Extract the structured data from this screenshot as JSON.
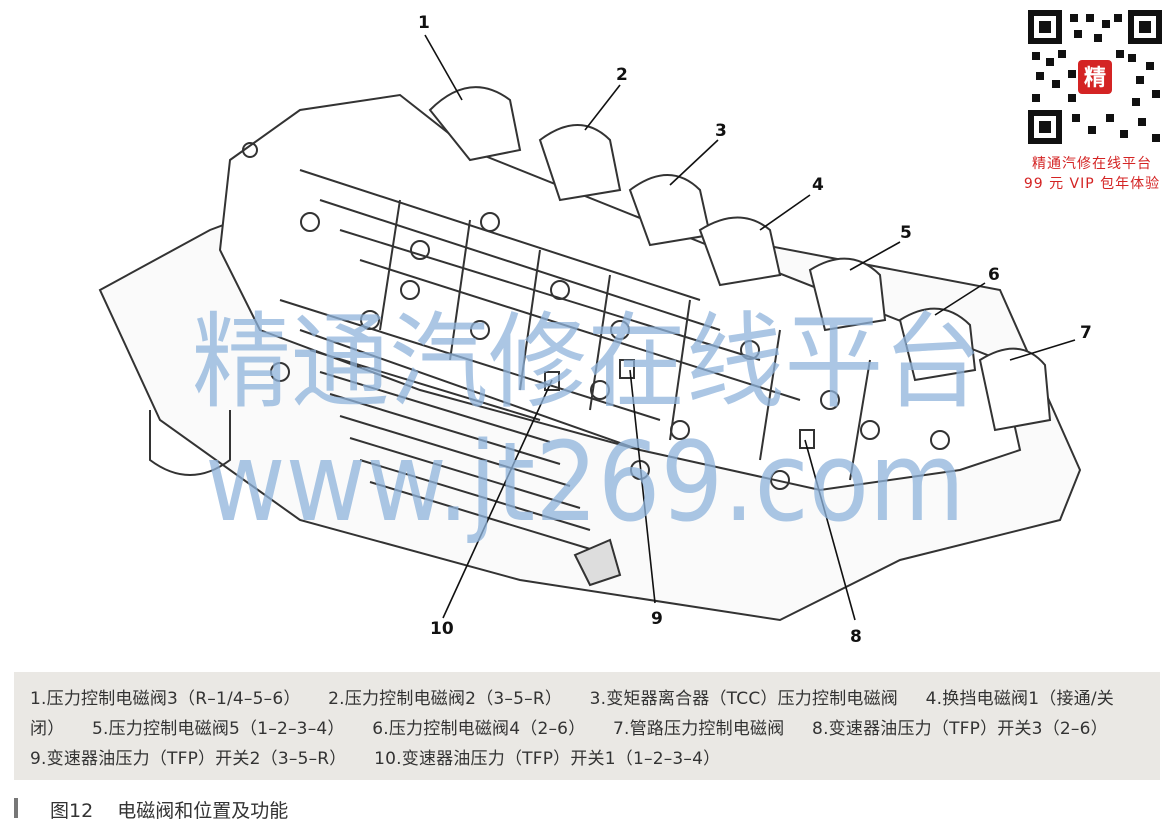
{
  "callouts": [
    "1",
    "2",
    "3",
    "4",
    "5",
    "6",
    "7",
    "8",
    "9",
    "10"
  ],
  "watermark": {
    "cn": "精通汽修在线平台",
    "url": "www.jt269.com"
  },
  "qr": {
    "center_char": "精",
    "promo_line1": "精通汽修在线平台",
    "promo_line2": "99 元 VIP 包年体验"
  },
  "legend": [
    "1.压力控制电磁阀3（R–1/4–5–6）",
    "2.压力控制电磁阀2（3–5–R）",
    "3.变矩器离合器（TCC）压力控制电磁阀",
    "4.换挡电磁阀1（接通/关闭）",
    "5.压力控制电磁阀5（1–2–3–4）",
    "6.压力控制电磁阀4（2–6）",
    "7.管路压力控制电磁阀",
    "8.变速器油压力（TFP）开关3（2–6）",
    "9.变速器油压力（TFP）开关2（3–5–R）",
    "10.变速器油压力（TFP）开关1（1–2–3–4）"
  ],
  "caption": {
    "number": "图12",
    "title": "电磁阀和位置及功能"
  }
}
